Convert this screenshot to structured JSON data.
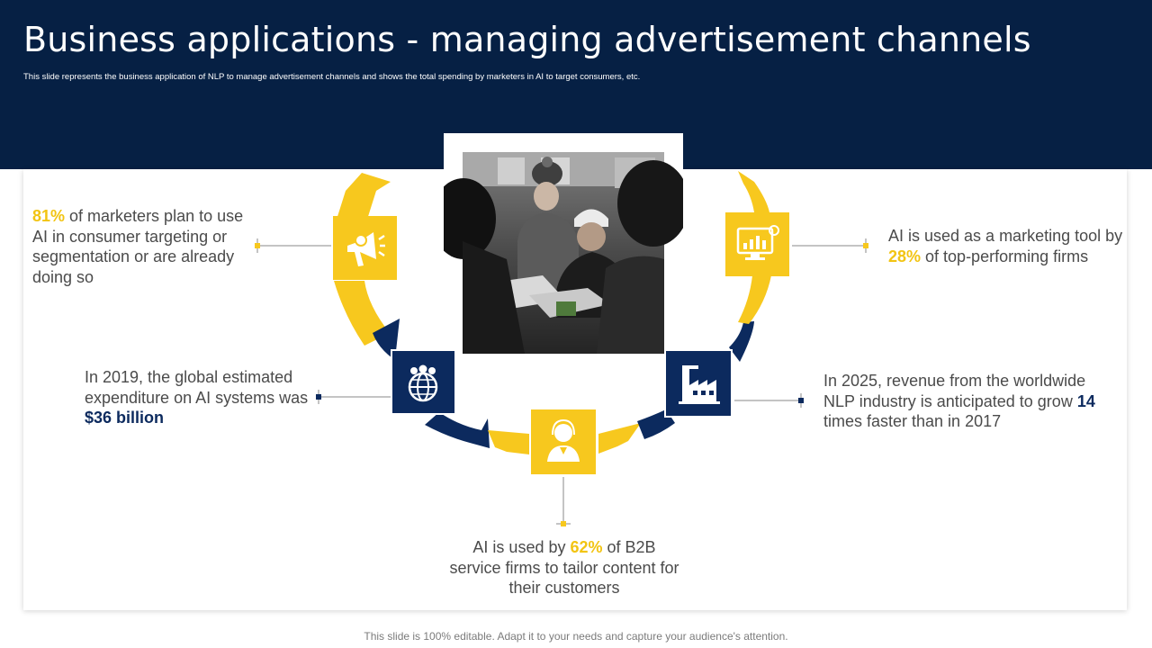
{
  "slide": {
    "title": "Business applications - managing advertisement channels",
    "subtitle": "This slide represents the business application of NLP to manage advertisement channels and shows the total spending by marketers in AI to target consumers, etc.",
    "footer": "This slide is 100% editable. Adapt it to your needs and capture your audience's attention."
  },
  "facts": {
    "f1": {
      "value": "81%",
      "text": " of marketers plan to use AI in consumer targeting or segmentation or are already doing so"
    },
    "f2": {
      "pre": "In 2019, the global estimated expenditure on AI systems was ",
      "value": "$36 billion"
    },
    "f3": {
      "pre": "AI is used by ",
      "value": "62%",
      "post": " of B2B service firms to tailor content for their customers"
    },
    "f4": {
      "pre": "In 2025, revenue from the worldwide NLP industry is anticipated to grow ",
      "value": "14",
      "post": " times faster than in 2017"
    },
    "f5": {
      "pre": "AI is used as a marketing tool by ",
      "value": "28%",
      "post": " of top-performing firms"
    }
  },
  "icons": [
    "megaphone-icon",
    "globe-people-icon",
    "user-headset-icon",
    "factory-icon",
    "analytics-monitor-icon"
  ],
  "colors": {
    "header": "#062044",
    "yellow": "#f7c81e",
    "navy": "#0c2a5e",
    "text": "#4b4b4b"
  }
}
